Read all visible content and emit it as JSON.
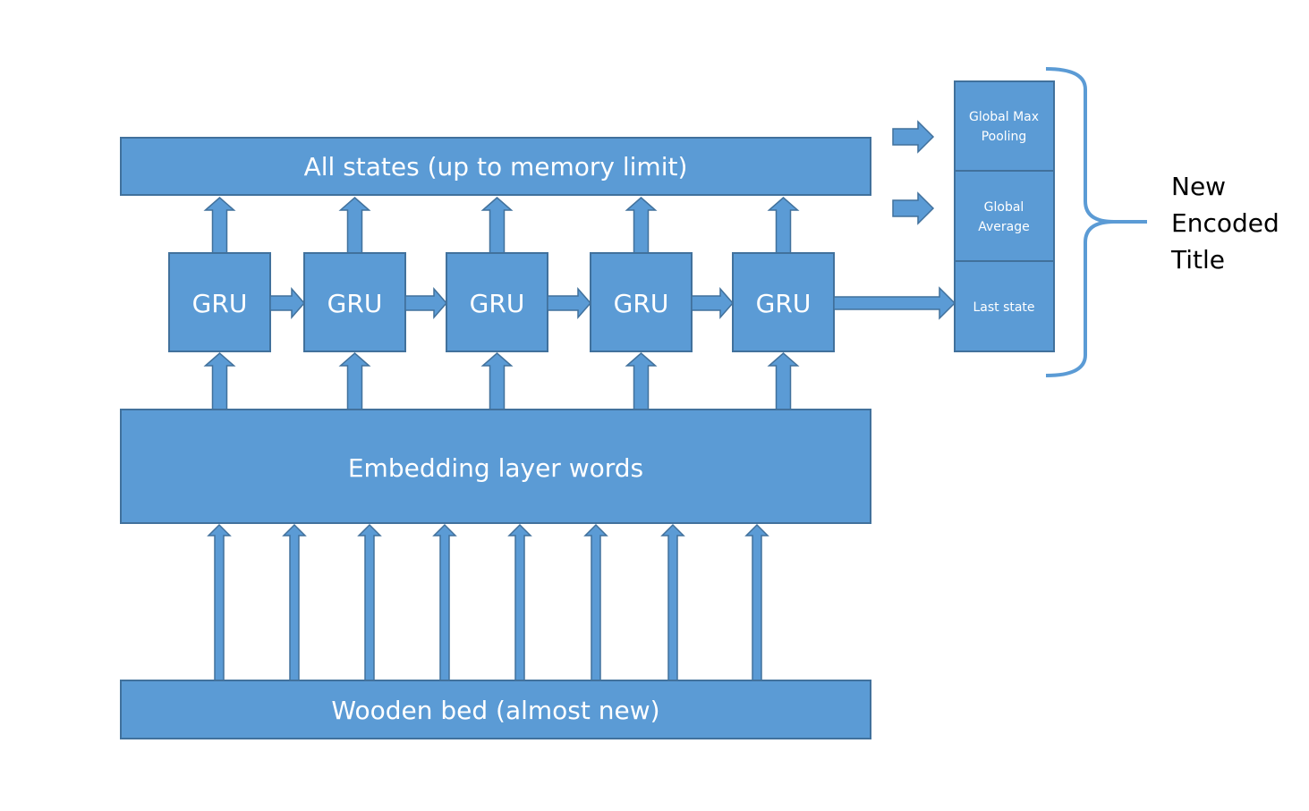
{
  "diagram": {
    "top_box": "All states (up to memory limit)",
    "gru_label": "GRU",
    "gru_count": 5,
    "embedding_box": "Embedding layer words",
    "input_box": "Wooden bed (almost new)",
    "input_arrow_count": 8,
    "outputs": {
      "max_pool_line1": "Global Max",
      "max_pool_line2": "Pooling",
      "avg_line1": "Global",
      "avg_line2": "Average",
      "last_state": "Last state"
    },
    "result_label": [
      "New",
      "Encoded",
      "Title"
    ]
  },
  "colors": {
    "box_fill": "#5b9bd5",
    "box_stroke": "#41719c",
    "text": "#ffffff"
  }
}
